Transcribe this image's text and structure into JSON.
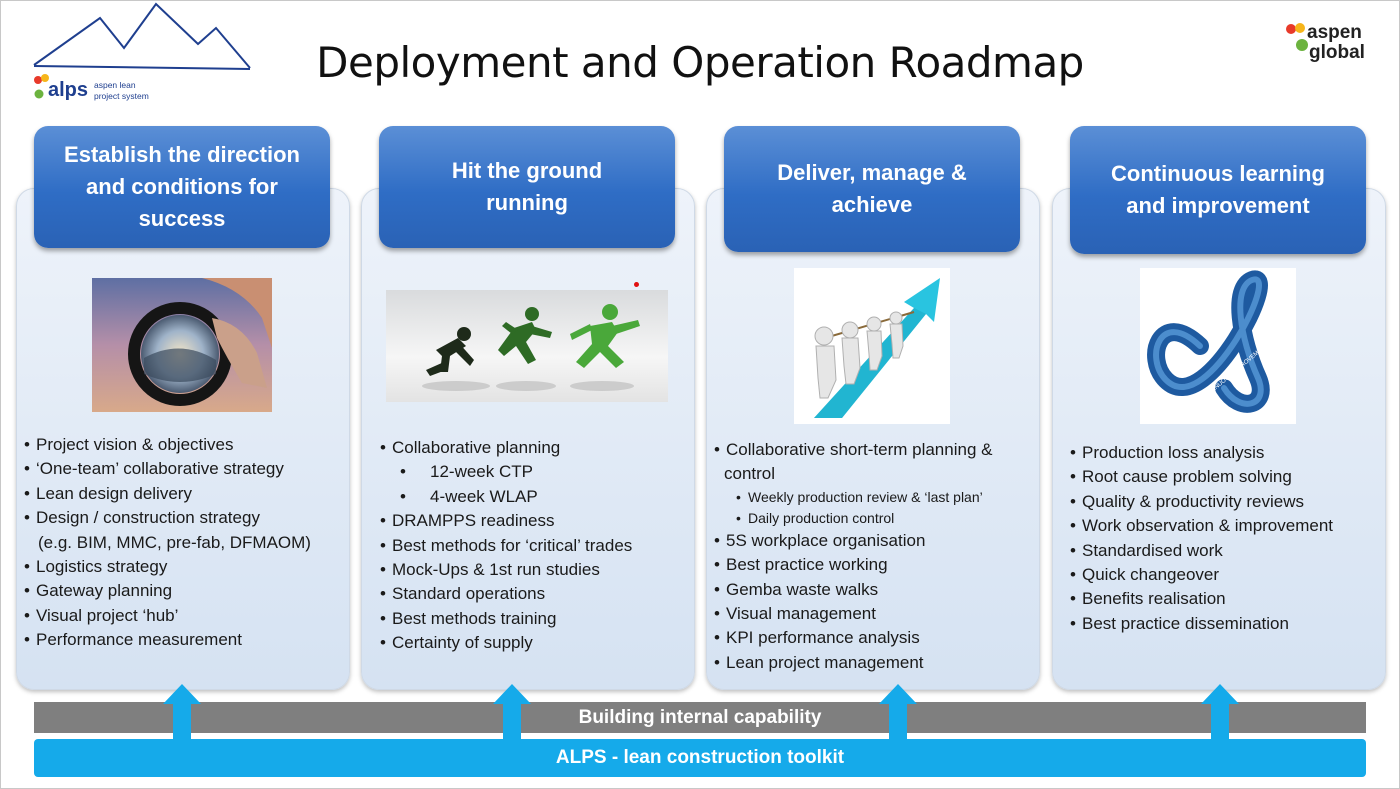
{
  "title": "Deployment and Operation Roadmap",
  "logo_left": {
    "brand": "alps",
    "line1": "aspen lean",
    "line2": "project system"
  },
  "logo_right": {
    "line1": "aspen",
    "line2": "global"
  },
  "columns": [
    {
      "heading": [
        "Establish the direction",
        "and conditions for",
        "success"
      ],
      "items": [
        {
          "text": "Project vision & objectives",
          "level": 0
        },
        {
          "text": "‘One-team’ collaborative strategy",
          "level": 0
        },
        {
          "text": "Lean design delivery",
          "level": 0
        },
        {
          "text": "Design / construction strategy",
          "level": 0
        },
        {
          "text": "(e.g. BIM, MMC, pre-fab, DFMAOM)",
          "level": 3
        },
        {
          "text": "Logistics strategy",
          "level": 0
        },
        {
          "text": "Gateway planning",
          "level": 0
        },
        {
          "text": "Visual project ‘hub’",
          "level": 0
        },
        {
          "text": "Performance measurement",
          "level": 0
        }
      ]
    },
    {
      "heading": [
        "Hit the ground",
        "running"
      ],
      "items": [
        {
          "text": "Collaborative planning",
          "level": 0
        },
        {
          "text": "12-week CTP",
          "level": 1
        },
        {
          "text": "4-week WLAP",
          "level": 1
        },
        {
          "text": "DRAMPPS readiness",
          "level": 0
        },
        {
          "text": "Best methods for ‘critical’ trades",
          "level": 0
        },
        {
          "text": "Mock-Ups & 1st run studies",
          "level": 0
        },
        {
          "text": "Standard operations",
          "level": 0
        },
        {
          "text": "Best methods training",
          "level": 0
        },
        {
          "text": "Certainty of supply",
          "level": 0
        }
      ]
    },
    {
      "heading": [
        "Deliver, manage &",
        "achieve"
      ],
      "items": [
        {
          "text": "Collaborative short-term planning &",
          "level": 0
        },
        {
          "text": "control",
          "level": 3
        },
        {
          "text": "Weekly production review & ‘last plan’",
          "level": 2
        },
        {
          "text": "Daily production control",
          "level": 2
        },
        {
          "text": "5S workplace organisation",
          "level": 0
        },
        {
          "text": "Best practice working",
          "level": 0
        },
        {
          "text": "Gemba waste walks",
          "level": 0
        },
        {
          "text": "Visual management",
          "level": 0
        },
        {
          "text": "KPI performance analysis",
          "level": 0
        },
        {
          "text": "Lean project management",
          "level": 0
        }
      ]
    },
    {
      "heading": [
        "Continuous learning",
        "and improvement"
      ],
      "items": [
        {
          "text": "Production loss analysis",
          "level": 0
        },
        {
          "text": "Root cause problem solving",
          "level": 0
        },
        {
          "text": "Quality & productivity reviews",
          "level": 0
        },
        {
          "text": "Work observation & improvement",
          "level": 0
        },
        {
          "text": "Standardised work",
          "level": 0
        },
        {
          "text": "Quick changeover",
          "level": 0
        },
        {
          "text": "Benefits realisation",
          "level": 0
        },
        {
          "text": "Best practice dissemination",
          "level": 0
        }
      ]
    }
  ],
  "image_label_improvement": "CONTINUOUS IMPROVEMENT",
  "bars": {
    "capability": "Building internal capability",
    "toolkit": "ALPS - lean construction toolkit"
  },
  "colors": {
    "header_blue": "#2f6dc5",
    "toolkit_blue": "#15aaea",
    "capability_gray": "#7f7f7f",
    "runner_green": "#3f8f2f"
  }
}
